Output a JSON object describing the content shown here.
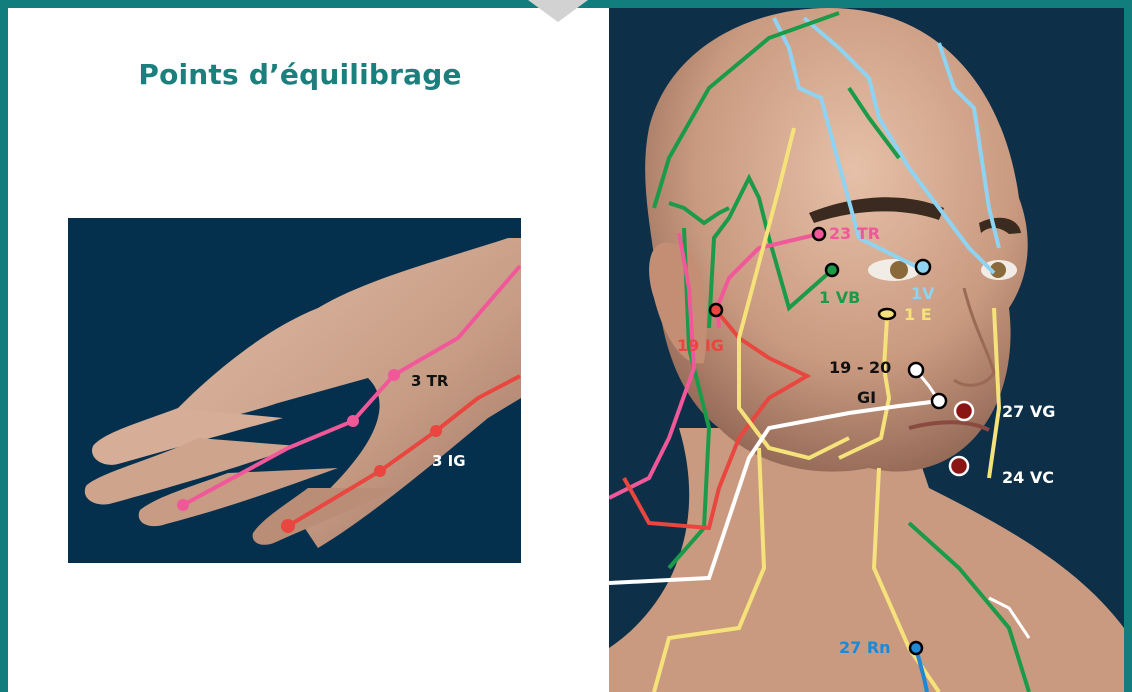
{
  "title": "Points d’équilibrage",
  "colors": {
    "frame": "#117d7d",
    "title": "#1a7f7d",
    "panel_bg": "#0d3048",
    "triple_heater_line": "#f0589a",
    "small_intestine_line": "#e8463f",
    "gallbladder_line": "#1b9a4a",
    "bladder_line": "#8fd3f2",
    "stomach_line": "#f5e27a",
    "large_intestine_line": "#ffffff",
    "kidney_line": "#1e88d8",
    "governing_point": "#8b1414"
  },
  "hand_labels": {
    "tr": "3 TR",
    "ig": "3 IG"
  },
  "head_labels": {
    "tr": "23 TR",
    "vb": "1 VB",
    "v": "1V",
    "e": "1 E",
    "ig": "19 IG",
    "gi_range": "19 - 20",
    "gi": "GI",
    "vg": "27 VG",
    "vc": "24 VC",
    "rn": "27 Rn"
  }
}
